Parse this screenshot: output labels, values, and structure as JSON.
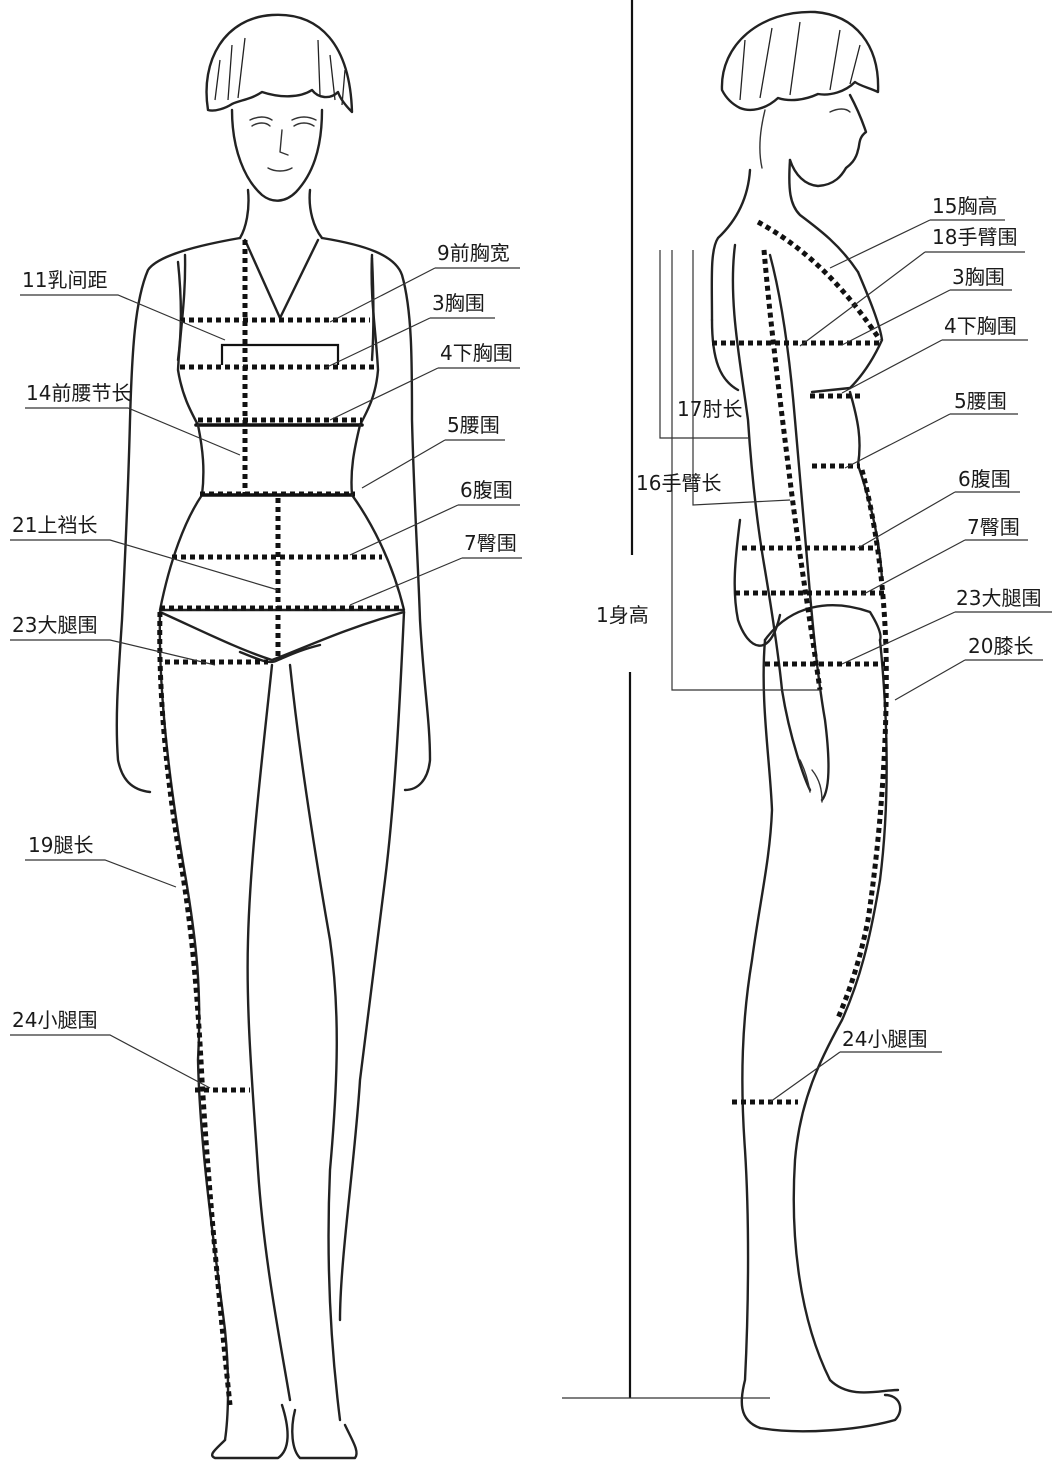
{
  "front_labels": {
    "chest_width": "9前胸宽",
    "bust_point_distance": "11乳间距",
    "bust": "3胸围",
    "underbust": "4下胸围",
    "front_waist_length": "14前腰节长",
    "waist": "5腰围",
    "abdomen": "6腹围",
    "crotch_length": "21上裆长",
    "hip": "7臀围",
    "thigh": "23大腿围",
    "leg_length": "19腿长",
    "calf": "24小腿围"
  },
  "side_labels": {
    "bust_height": "15胸高",
    "arm_girth": "18手臂围",
    "bust": "3胸围",
    "underbust": "4下胸围",
    "waist": "5腰围",
    "elbow_length": "17肘长",
    "abdomen": "6腹围",
    "arm_length": "16手臂长",
    "hip": "7臀围",
    "thigh": "23大腿围",
    "knee_length": "20膝长",
    "height": "1身高",
    "calf": "24小腿围"
  }
}
